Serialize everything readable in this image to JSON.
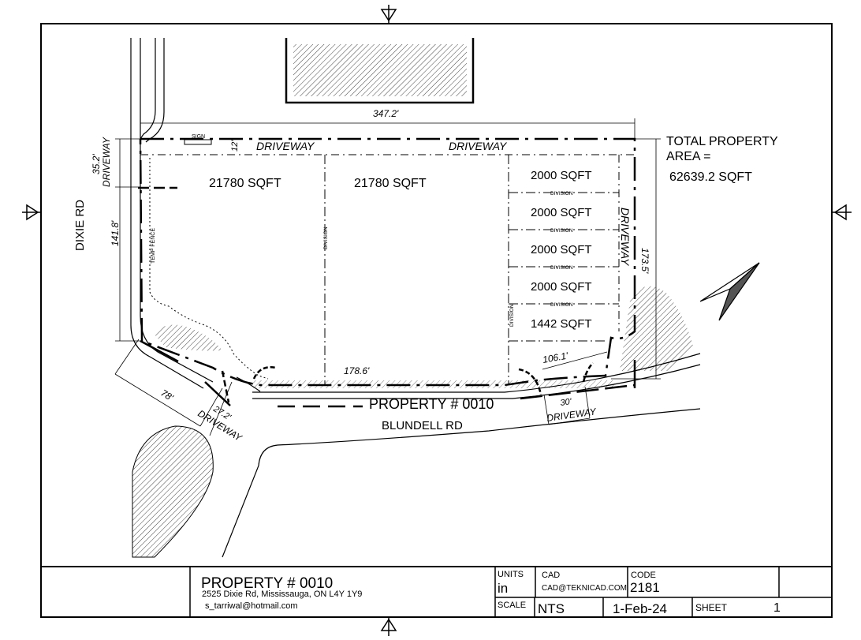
{
  "drawing": {
    "road_west": "DIXIE RD",
    "road_south": "BLUNDELL RD",
    "property_label": "PROPERTY # 0010",
    "total_area_line1": "TOTAL PROPERTY",
    "total_area_line2": "AREA =",
    "total_area_value": "62639.2 SQFT",
    "sign_label": "SIGN",
    "temp_fence_label": "TEMP FENCE",
    "driveway_label": "DRIVEWAY",
    "division_label": "DIVISION",
    "lots": [
      {
        "area": "21780 SQFT"
      },
      {
        "area": "21780 SQFT"
      },
      {
        "area": "2000 SQFT"
      },
      {
        "area": "2000 SQFT"
      },
      {
        "area": "2000 SQFT"
      },
      {
        "area": "2000 SQFT"
      },
      {
        "area": "1442 SQFT"
      }
    ],
    "dimensions": {
      "top": "347.2'",
      "west_total": "141.8'",
      "west_driveway": "35.2'",
      "north_driveway": "12'",
      "east": "173.5'",
      "south": "178.6'",
      "southeast": "106.1'",
      "corner": "78'",
      "sw_driveway": "27.2'",
      "se_driveway": "30'"
    }
  },
  "title_block": {
    "title": "PROPERTY # 0010",
    "address": "2525 Dixie Rd, Mississauga, ON L4Y 1Y9",
    "email": "s_tarriwal@hotmail.com",
    "units_label": "UNITS",
    "units_value": "in",
    "cad_label": "CAD",
    "cad_value": "CAD@TEKNICAD.COM",
    "code_label": "CODE",
    "code_value": "2181",
    "scale_label": "SCALE",
    "scale_value": "NTS",
    "date": "1-Feb-24",
    "sheet_label": "SHEET",
    "sheet_value": "1"
  }
}
